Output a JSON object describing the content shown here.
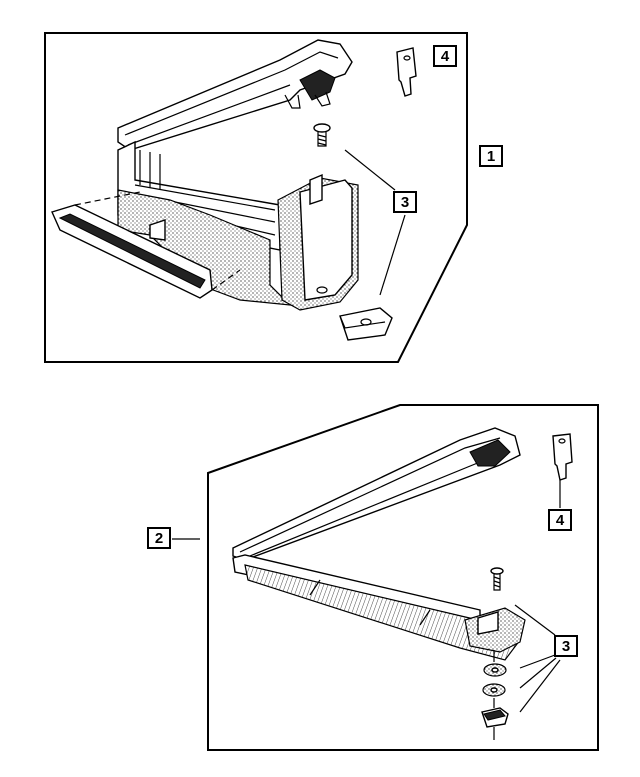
{
  "callouts": {
    "top_assembly": "1",
    "bottom_assembly": "2",
    "hardware_top": "3",
    "hardware_bottom": "3",
    "key_top": "4",
    "key_bottom": "4"
  }
}
